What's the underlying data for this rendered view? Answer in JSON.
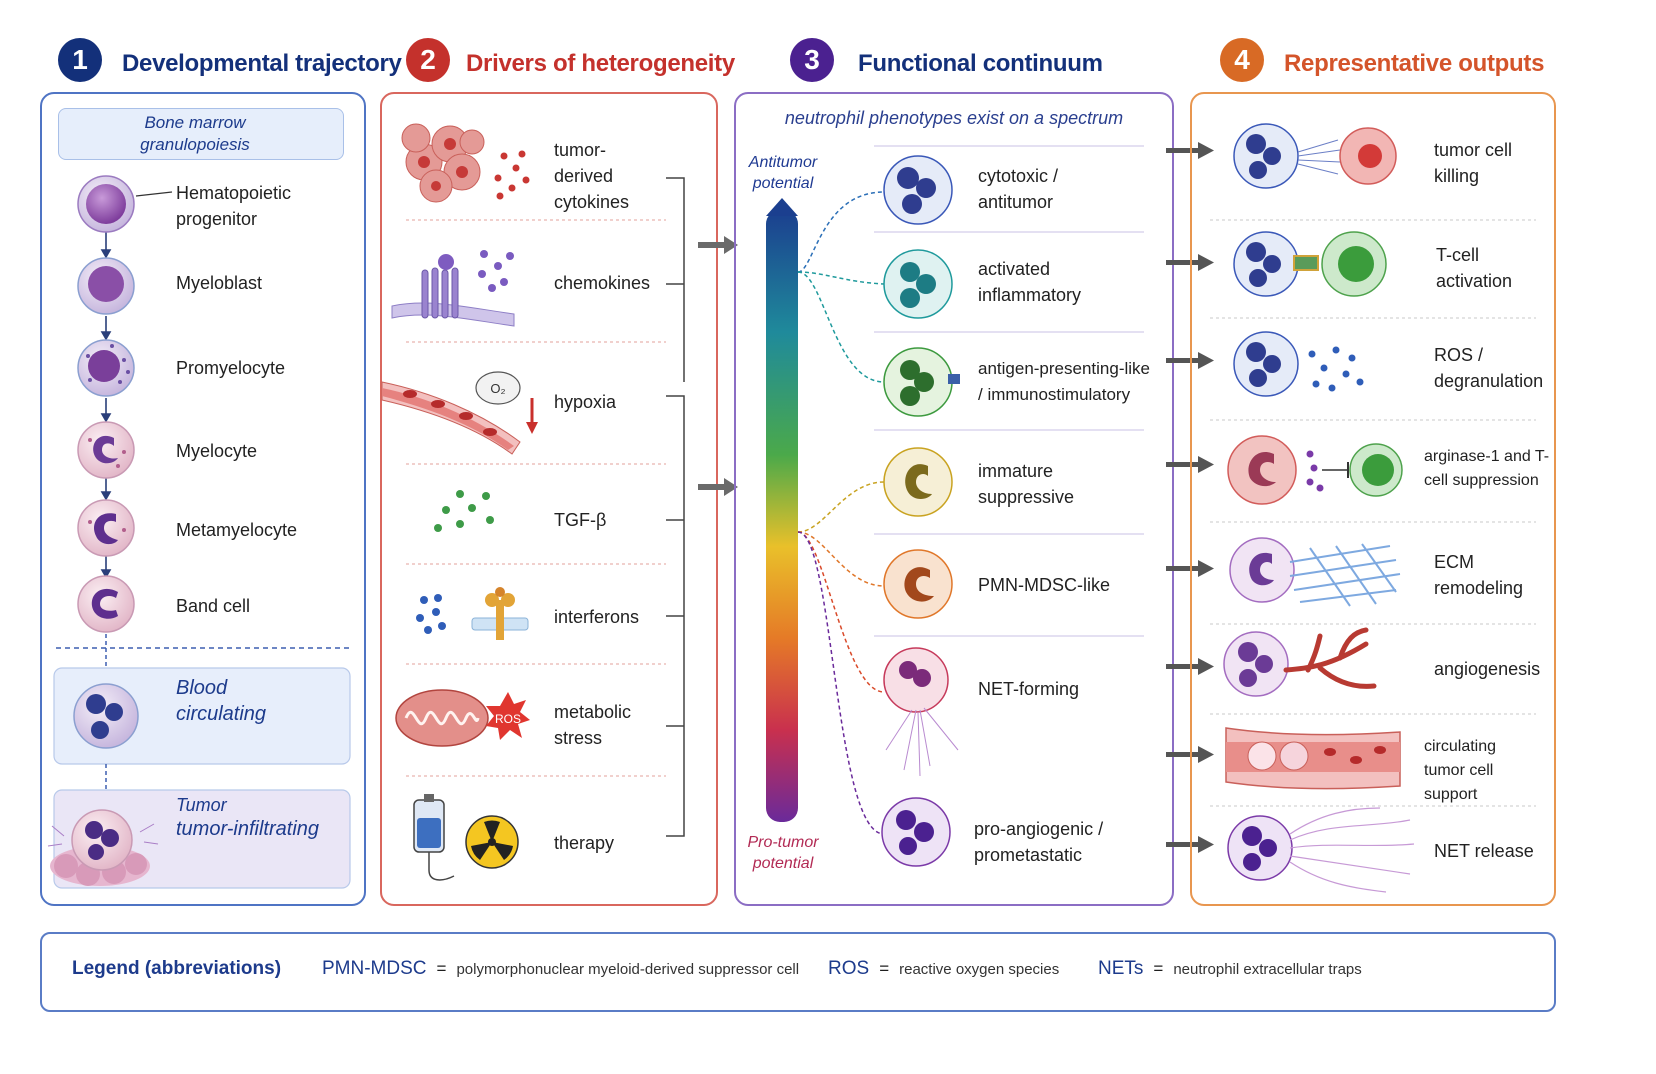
{
  "sections": [
    {
      "number": "1",
      "title": "Developmental trajectory",
      "color": "#13307a"
    },
    {
      "number": "2",
      "title": "Drivers of heterogeneity",
      "color": "#c4312c"
    },
    {
      "number": "3",
      "title": "Functional continuum",
      "color": "#4b2190"
    },
    {
      "number": "4",
      "title": "Representative outputs",
      "color": "#d86a25"
    }
  ],
  "trajectory": {
    "origin": "Bone marrow granulopoiesis",
    "stages": [
      "Hematopoietic progenitor",
      "Myeloblast",
      "Promyelocyte",
      "Myelocyte",
      "Metamyelocyte",
      "Band cell"
    ],
    "blood": "Blood circulating",
    "tumor_heading": "Tumor",
    "tumor_label": "tumor-infiltrating"
  },
  "drivers": [
    "tumor-derived cytokines",
    "chemokines",
    "hypoxia",
    "TGF-β",
    "interferons",
    "metabolic stress",
    "therapy"
  ],
  "driver_icon_text": {
    "oxygen": "O₂",
    "ros": "ROS"
  },
  "continuum": {
    "subtitle": "neutrophil phenotypes exist on a spectrum",
    "top_label": "Antitumor potential",
    "bottom_label": "Pro-tumor potential",
    "phenotypes": [
      {
        "label": "cytotoxic / antitumor",
        "color": "#3a58b8"
      },
      {
        "label": "activated inflammatory",
        "color": "#1f9a9c"
      },
      {
        "label": "antigen-presenting-like / immunostimulatory",
        "color": "#3d9a3f"
      },
      {
        "label": "immature suppressive",
        "color": "#c9a321"
      },
      {
        "label": "PMN-MDSC-like",
        "color": "#e0772a"
      },
      {
        "label": "NET-forming",
        "color": "#c63a5b"
      },
      {
        "label": "pro-angiogenic / prometastatic",
        "color": "#7b3aa8"
      }
    ]
  },
  "outputs": [
    "tumor cell killing",
    "T-cell activation",
    "ROS / degranulation",
    "arginase-1 and T-cell suppression",
    "ECM remodeling",
    "angiogenesis",
    "circulating tumor cell support",
    "NET release"
  ],
  "legend": {
    "title": "Legend (abbreviations)",
    "items": [
      {
        "abbr": "PMN-MDSC",
        "eq": "=",
        "desc": "polymorphonuclear myeloid-derived suppressor cell"
      },
      {
        "abbr": "ROS",
        "eq": "=",
        "desc": "reactive oxygen species"
      },
      {
        "abbr": "NETs",
        "eq": "=",
        "desc": "neutrophil extracellular traps"
      }
    ]
  }
}
